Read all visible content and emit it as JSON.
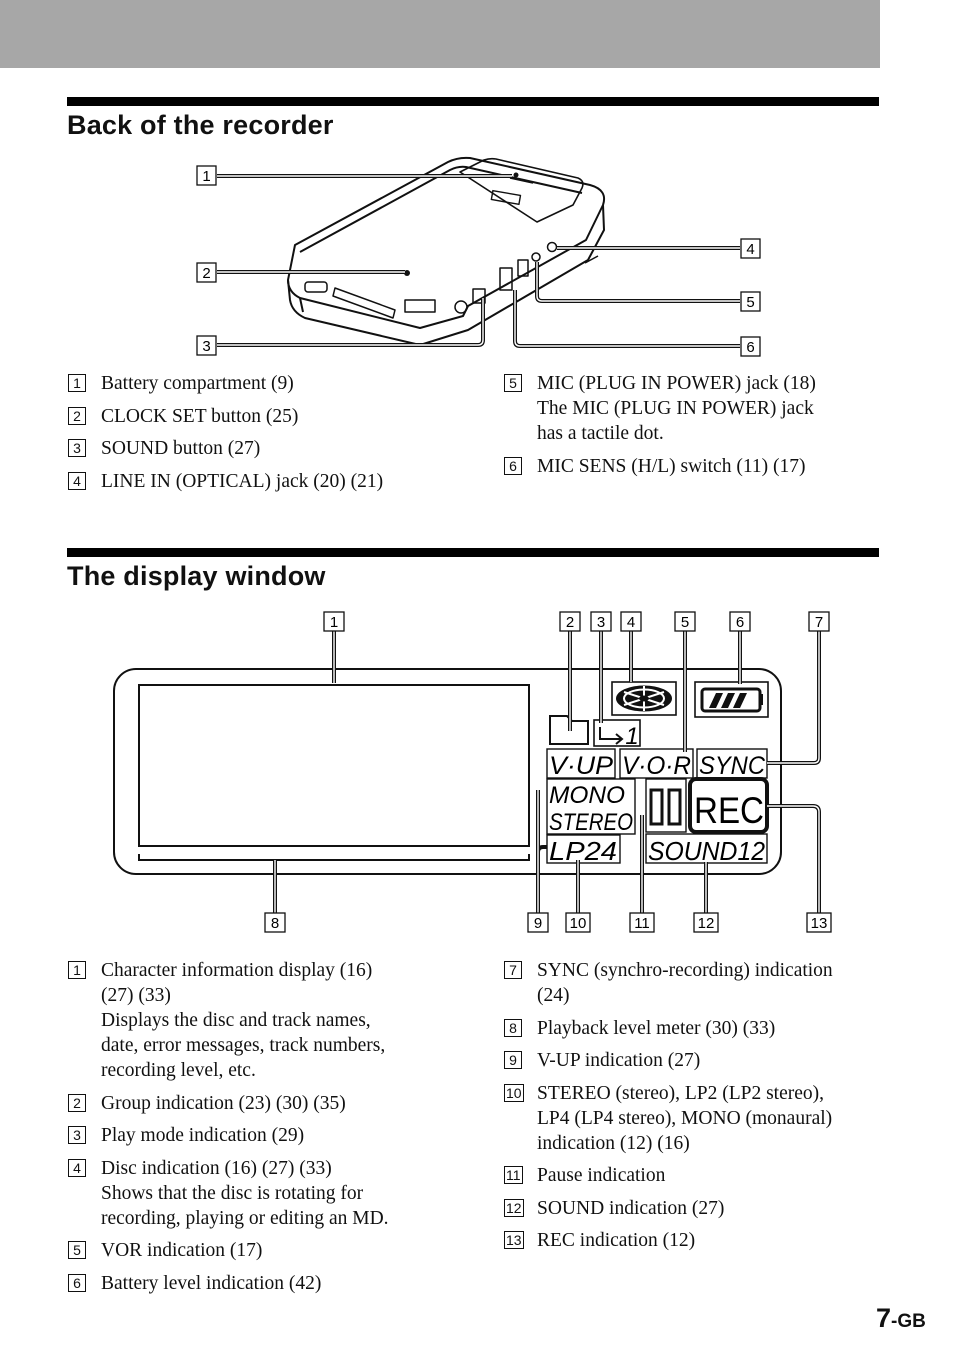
{
  "section1": {
    "title": "Back of the recorder",
    "callouts": [
      "1",
      "2",
      "3",
      "4",
      "5",
      "6"
    ],
    "items": [
      {
        "num": "1",
        "lines": [
          "Battery compartment  (9)"
        ]
      },
      {
        "num": "2",
        "lines": [
          "CLOCK SET button  (25)"
        ]
      },
      {
        "num": "3",
        "lines": [
          "SOUND button  (27)"
        ]
      },
      {
        "num": "4",
        "lines": [
          "LINE IN (OPTICAL) jack  (20) (21)"
        ]
      },
      {
        "num": "5",
        "lines": [
          "MIC (PLUG IN POWER) jack  (18)",
          "The MIC (PLUG IN POWER) jack",
          "has a tactile dot."
        ]
      },
      {
        "num": "6",
        "lines": [
          "MIC SENS (H/L) switch  (11) (17)"
        ]
      }
    ]
  },
  "section2": {
    "title": "The display window",
    "callouts": [
      "1",
      "2",
      "3",
      "4",
      "5",
      "6",
      "7",
      "8",
      "9",
      "10",
      "11",
      "12",
      "13"
    ],
    "lcd": {
      "vup": "V·UP",
      "vor": "V·O·R",
      "sync": "SYNC",
      "mono": "MONO",
      "stereo": "STEREO",
      "lp": "LP24",
      "rec": "REC",
      "sound": "SOUND12",
      "playmode": "1"
    },
    "items": [
      {
        "num": "1",
        "lines": [
          "Character information display  (16)",
          "(27) (33)",
          "Displays the disc and track names,",
          "date, error messages, track numbers,",
          "recording level, etc."
        ]
      },
      {
        "num": "2",
        "lines": [
          "Group indication  (23) (30) (35)"
        ]
      },
      {
        "num": "3",
        "lines": [
          "Play mode indication  (29)"
        ]
      },
      {
        "num": "4",
        "lines": [
          "Disc indication  (16) (27) (33)",
          "Shows that the disc is rotating for",
          "recording, playing or editing an MD."
        ]
      },
      {
        "num": "5",
        "lines": [
          "VOR indication  (17)"
        ]
      },
      {
        "num": "6",
        "lines": [
          "Battery level indication  (42)"
        ]
      },
      {
        "num": "7",
        "lines": [
          "SYNC (synchro-recording) indication",
          "(24)"
        ]
      },
      {
        "num": "8",
        "lines": [
          "Playback level meter  (30) (33)"
        ]
      },
      {
        "num": "9",
        "lines": [
          "V-UP indication  (27)"
        ]
      },
      {
        "num": "10",
        "lines": [
          "STEREO (stereo), LP2 (LP2 stereo),",
          "LP4 (LP4 stereo), MONO (monaural)",
          "indication  (12) (16)"
        ]
      },
      {
        "num": "11",
        "lines": [
          "Pause indication"
        ]
      },
      {
        "num": "12",
        "lines": [
          "SOUND indication  (27)"
        ]
      },
      {
        "num": "13",
        "lines": [
          "REC indication  (12)"
        ]
      }
    ]
  },
  "page": {
    "number": "7",
    "suffix": "-GB"
  }
}
